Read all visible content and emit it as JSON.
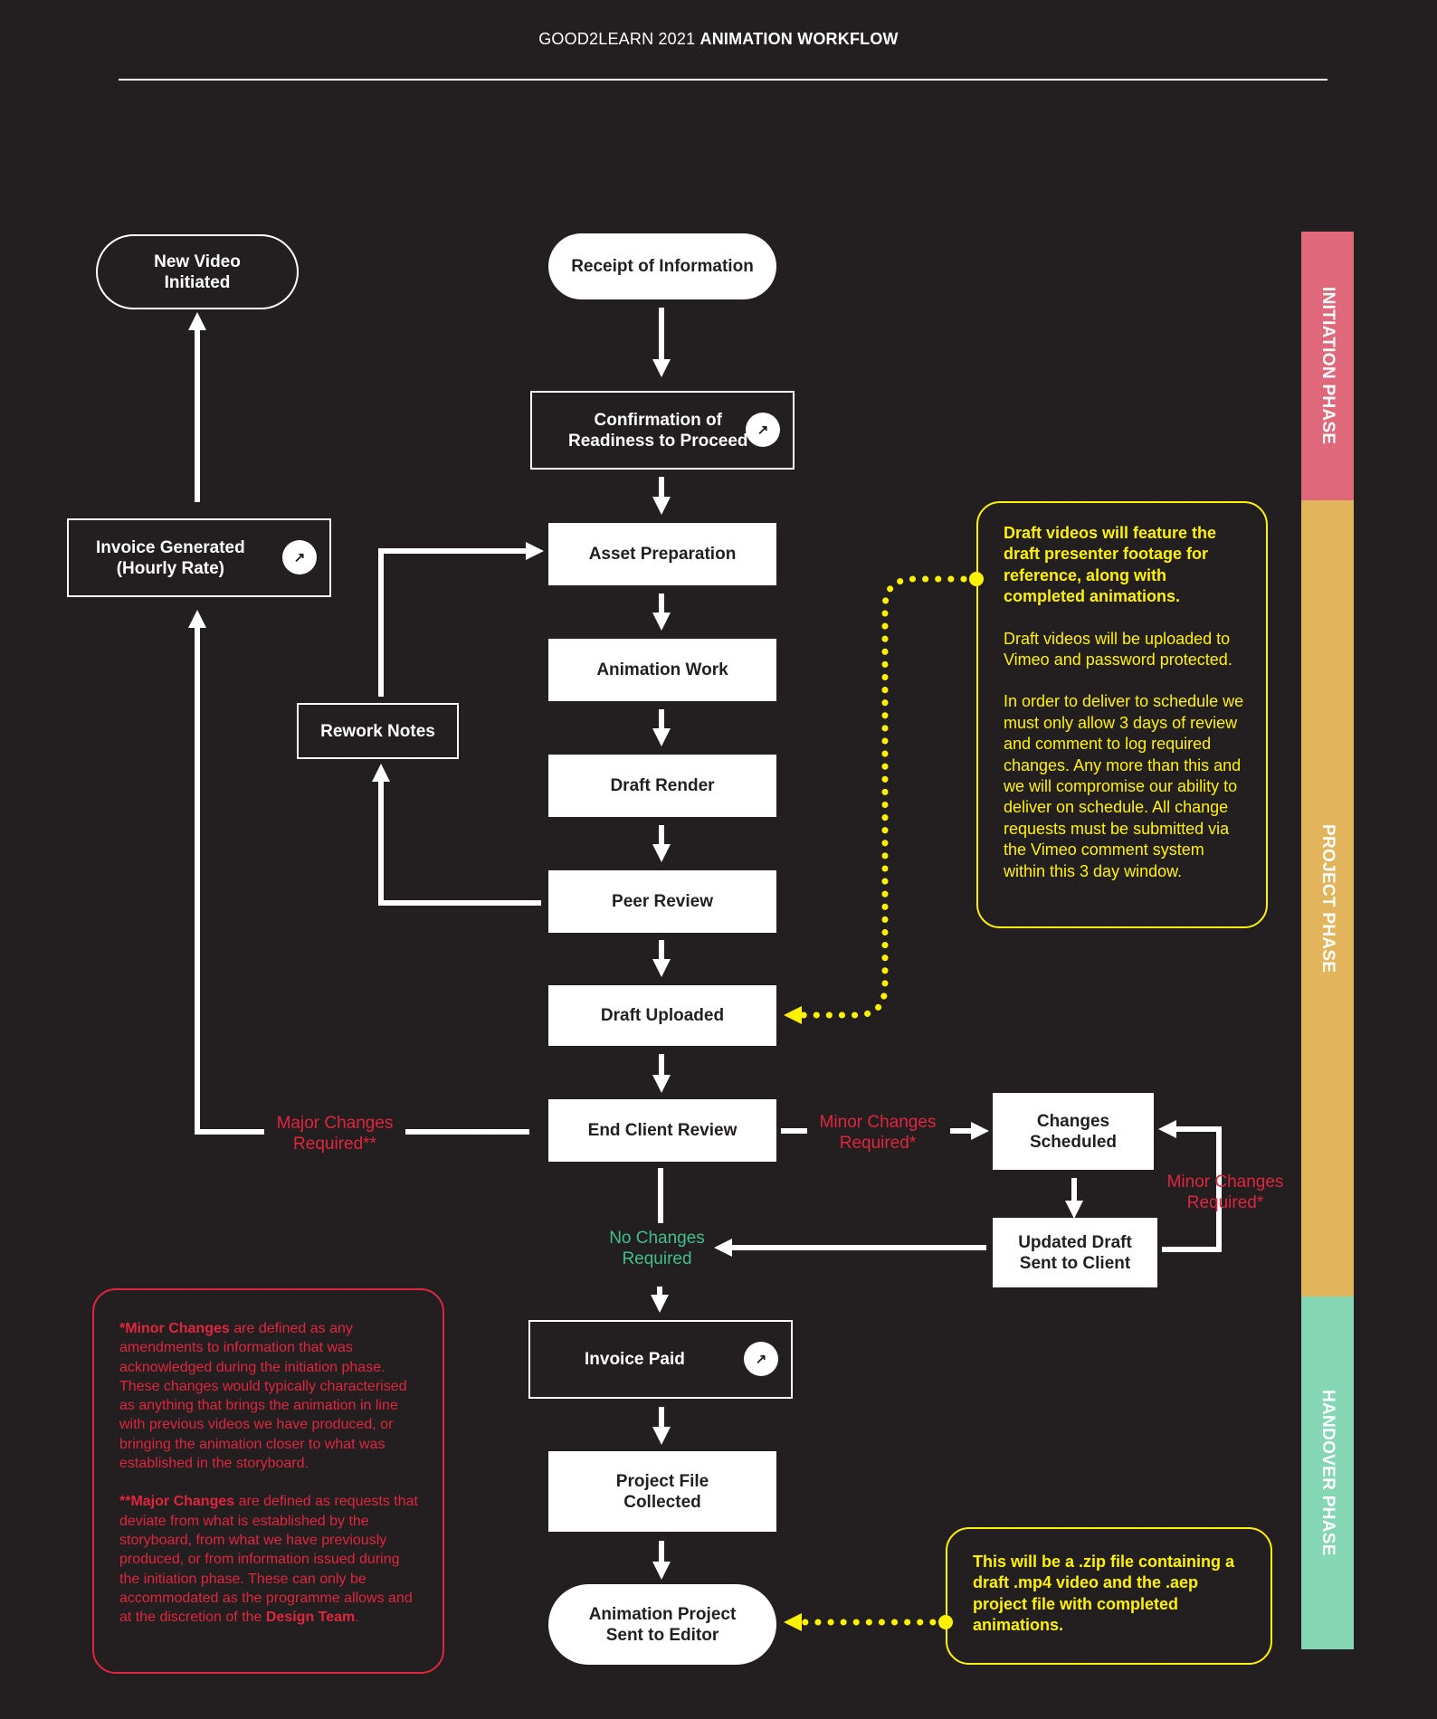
{
  "header": {
    "title_light": "GOOD2LEARN 2021",
    "title_bold": "ANIMATION WORKFLOW"
  },
  "nodes": {
    "new_video_initiated": "New Video\nInitiated",
    "receipt_of_information": "Receipt of Information",
    "confirmation_of_readiness": "Confirmation of\nReadiness to Proceed",
    "invoice_generated": "Invoice Generated\n(Hourly Rate)",
    "asset_preparation": "Asset Preparation",
    "animation_work": "Animation Work",
    "rework_notes": "Rework Notes",
    "draft_render": "Draft Render",
    "peer_review": "Peer Review",
    "draft_uploaded": "Draft Uploaded",
    "end_client_review": "End Client Review",
    "changes_scheduled": "Changes\nScheduled",
    "updated_draft_sent": "Updated Draft\nSent to Client",
    "invoice_paid": "Invoice Paid",
    "project_file_collected": "Project File\nCollected",
    "animation_project_sent": "Animation Project\nSent to Editor"
  },
  "edge_labels": {
    "major_changes": "Major Changes\nRequired**",
    "minor_changes_1": "Minor Changes\nRequired*",
    "minor_changes_2": "Minor Changes\nRequired*",
    "no_changes": "No Changes\nRequired"
  },
  "icons": {
    "external_link": "external-link-icon",
    "glyph": "↗"
  },
  "notes": {
    "draft_note": {
      "bold": "Draft videos will feature the draft presenter footage for reference, along with completed animations.",
      "p2": "Draft videos will be uploaded to Vimeo and password protected.",
      "p3": "In order to deliver to schedule we must only allow 3 days of review and comment to log required changes. Any more than this and we will compromise our ability to deliver on schedule. All change requests must be submitted via the Vimeo comment system within this 3 day window."
    },
    "zip_note": "This will be a .zip file containing a draft .mp4 video and the .aep project file with completed animations."
  },
  "definitions": {
    "minor_term": "*Minor Changes",
    "minor_text": " are defined as any amendments to information that was acknowledged during the initiation phase. These changes would typically characterised as anything that brings the animation in line with previous videos we have produced, or bringing the animation closer to what was established in the storyboard.",
    "major_term": "**Major Changes",
    "major_text": " are defined as requests that deviate from what is established by the storyboard, from what we have previously produced, or from information issued during the initiation phase. These can only be accommodated as the programme allows and at the discretion of the ",
    "design_team": "Design Team",
    "period": "."
  },
  "phases": {
    "initiation": "INITIATION PHASE",
    "project": "PROJECT PHASE",
    "handover": "HANDOVER PHASE"
  },
  "colors": {
    "background": "#231f20",
    "initiation": "#e0687b",
    "project": "#e2b55c",
    "handover": "#84d6b5",
    "note_yellow": "#fff200",
    "definition_red": "#e0253f",
    "no_changes_green": "#3fbf8e"
  }
}
